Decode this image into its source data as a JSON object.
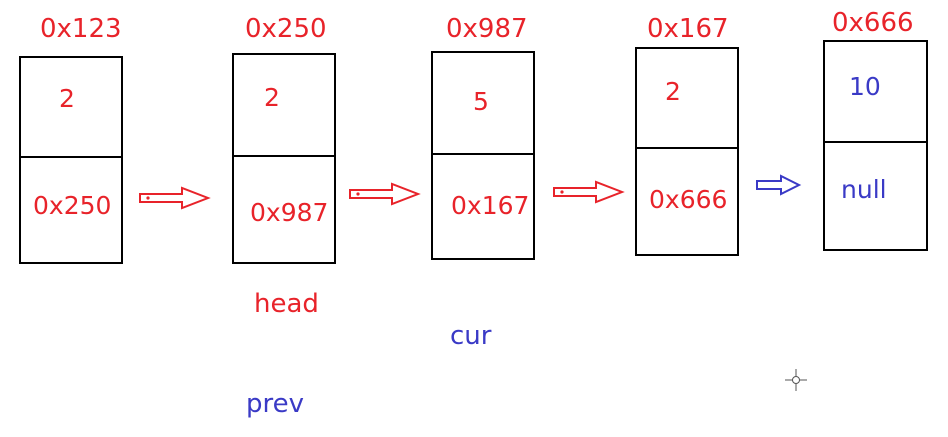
{
  "colors": {
    "red": "#e8232a",
    "blue": "#3a3ac6",
    "black": "#000000"
  },
  "nodes": [
    {
      "address": "0x123",
      "value": "2",
      "next": "0x250"
    },
    {
      "address": "0x250",
      "value": "2",
      "next": "0x987"
    },
    {
      "address": "0x987",
      "value": "5",
      "next": "0x167"
    },
    {
      "address": "0x167",
      "value": "2",
      "next": "0x666"
    },
    {
      "address": "0x666",
      "value": "10",
      "next": "null"
    }
  ],
  "pointers": {
    "head": "head",
    "cur": "cur",
    "prev": "prev"
  },
  "icons": {
    "arrow": "right-arrow-icon",
    "crosshair": "crosshair-icon"
  }
}
